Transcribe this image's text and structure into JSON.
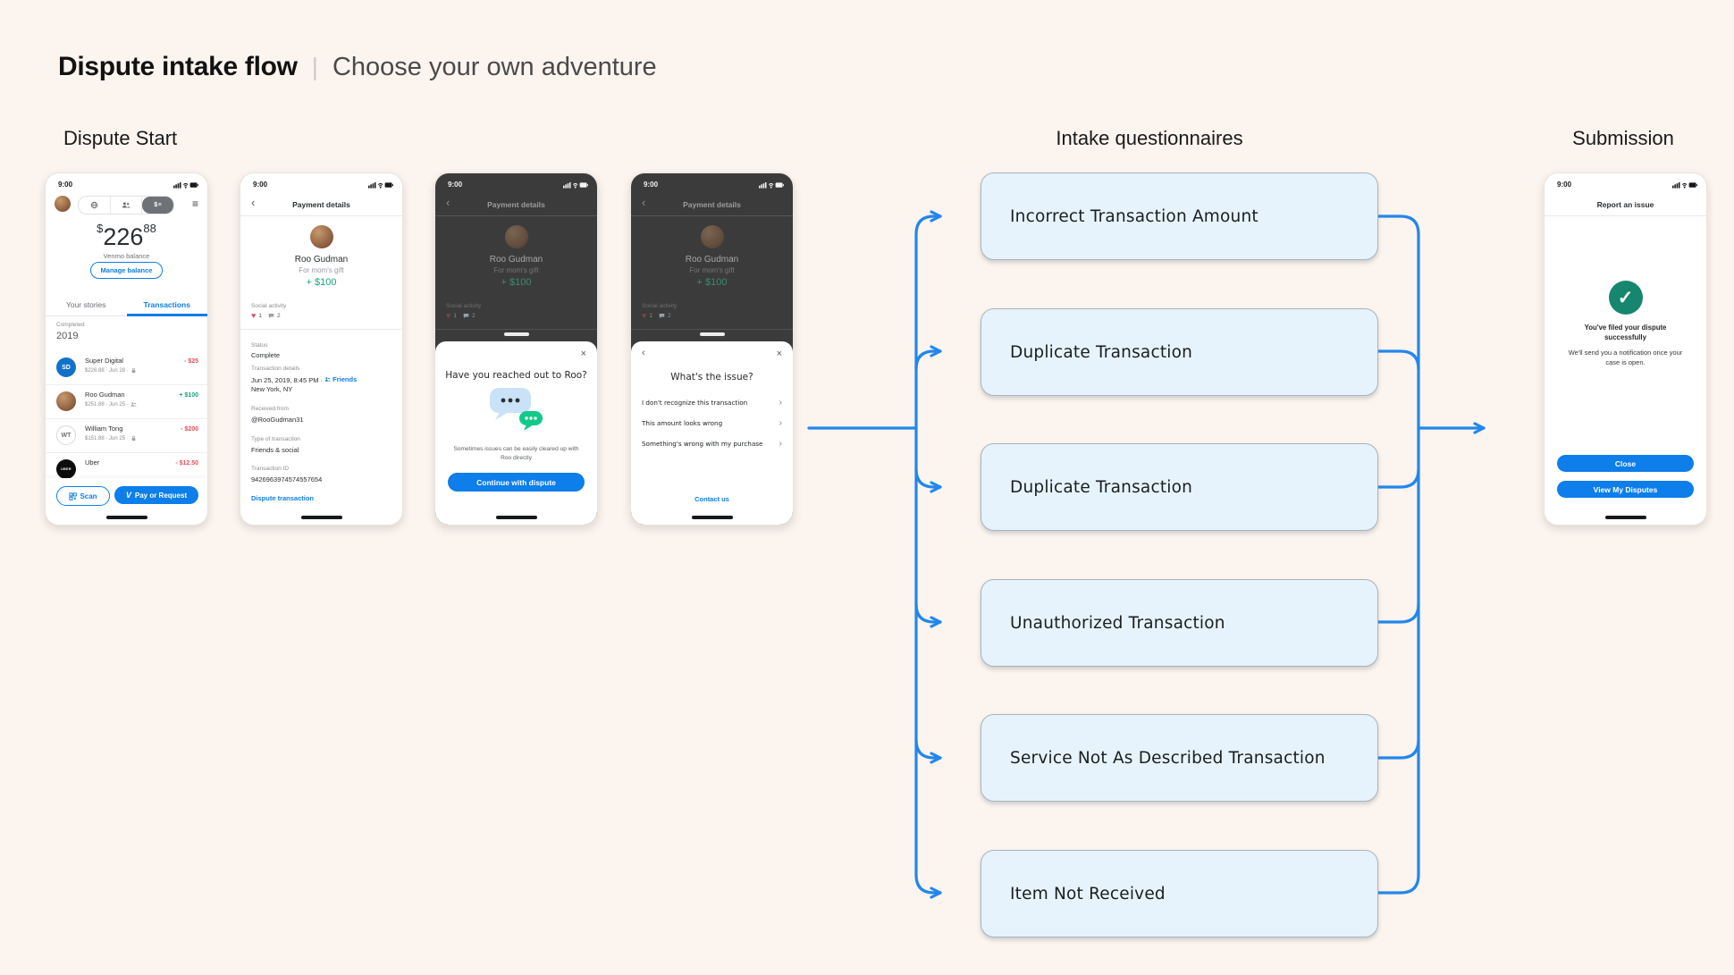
{
  "header": {
    "title": "Dispute intake flow",
    "separator": "|",
    "subtitle": "Choose your own adventure"
  },
  "sections": {
    "dispute_start": "Dispute Start",
    "intake": "Intake questionnaires",
    "submission": "Submission"
  },
  "statusbar": {
    "time": "9:00"
  },
  "balance_phone": {
    "currency": "$",
    "amount_whole": "226",
    "amount_cents": "88",
    "balance_label": "Venmo balance",
    "manage_button": "Manage balance",
    "menu_icon": "≡",
    "money_tab_icon": "$≡",
    "tabs": {
      "stories": "Your stories",
      "transactions": "Transactions"
    },
    "completed_label": "Completed",
    "year": "2019",
    "transactions": [
      {
        "initials": "SD",
        "name": "Super Digital",
        "meta": "$226.88 · Jun 28 ·",
        "amount": "- $25"
      },
      {
        "initials": "",
        "name": "Roo Gudman",
        "meta": "$251.88 · Jun 25 ·",
        "amount": "+ $100"
      },
      {
        "initials": "WT",
        "name": "William Tong",
        "meta": "$151.88 · Jun 25 ·",
        "amount": "- $200"
      },
      {
        "initials": "UBER",
        "name": "Uber",
        "meta": "",
        "amount": "- $12.50"
      }
    ],
    "scan_button": "Scan",
    "pay_button": "Pay or Request",
    "venmo_logo": "V"
  },
  "payment_details": {
    "back_icon": "‹",
    "header": "Payment details",
    "name": "Roo Gudman",
    "note": "For mom's gift",
    "amount": "+ $100",
    "social_label": "Social activity",
    "like_icon": "♥",
    "like_count": "1",
    "comment_count": "2",
    "status_label": "Status",
    "status_value": "Complete",
    "details_label": "Transaction details",
    "details_value": "Jun 25, 2019, 8:45 PM ·",
    "details_tag": "Friends",
    "location": "New York, NY",
    "received_label": "Received from",
    "received_value": "@RooGudman31",
    "type_label": "Type of transaction",
    "type_value": "Friends & social",
    "txid_label": "Transaction ID",
    "txid_value": "9426963974574557654",
    "dispute_link": "Dispute transaction"
  },
  "reachout_sheet": {
    "close_icon": "×",
    "title": "Have you reached out to Roo?",
    "subtitle": "Sometimes issues can be easily cleared up with Roo directly",
    "button": "Continue with dispute"
  },
  "issue_sheet": {
    "back_icon": "‹",
    "close_icon": "×",
    "title": "What's the issue?",
    "chevron": "›",
    "options": [
      "I don't recognize this transaction",
      "This amount looks wrong",
      "Something's wrong with my purchase"
    ],
    "contact_link": "Contact us"
  },
  "questionnaires": [
    "Incorrect Transaction Amount",
    "Duplicate Transaction",
    "Duplicate Transaction",
    "Unauthorized Transaction",
    "Service Not As Described Transaction",
    "Item Not Received"
  ],
  "submission_phone": {
    "header": "Report an issue",
    "check_icon": "✓",
    "success_title": "You've filed your dispute successfully",
    "success_note": "We'll send you a notification once your case is open.",
    "close_button": "Close",
    "view_button": "View My Disputes"
  },
  "colors": {
    "background": "#fcf4ee",
    "accent_blue": "#0d7eea",
    "arrow_blue": "#2287ec",
    "box_fill": "#e6f3fc",
    "positive_green": "#18a37e",
    "negative_red": "#e0515c",
    "success_teal": "#17866f"
  }
}
